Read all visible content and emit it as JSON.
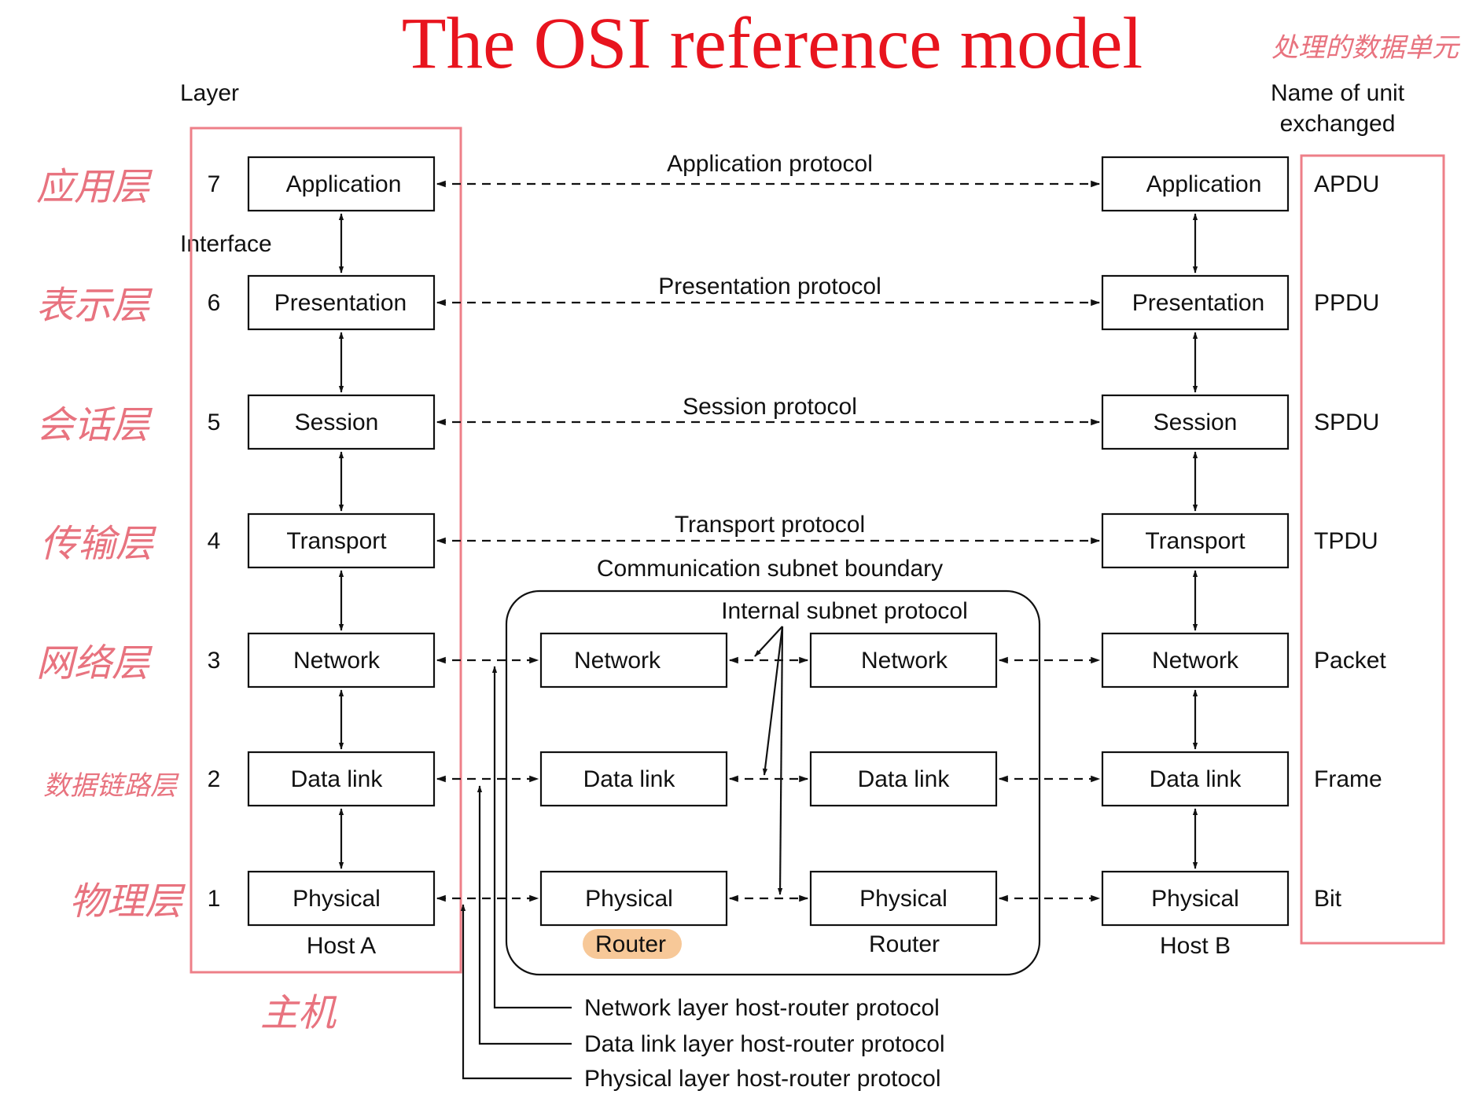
{
  "title": "The OSI reference model",
  "headers": {
    "layer": "Layer",
    "interface": "Interface",
    "unit_line1": "Name of unit",
    "unit_line2": "exchanged"
  },
  "layers": [
    {
      "num": "7",
      "name": "Application",
      "unit": "APDU",
      "protocol": "Application protocol",
      "note": "应用层"
    },
    {
      "num": "6",
      "name": "Presentation",
      "unit": "PPDU",
      "protocol": "Presentation protocol",
      "note": "表示层"
    },
    {
      "num": "5",
      "name": "Session",
      "unit": "SPDU",
      "protocol": "Session protocol",
      "note": "会话层"
    },
    {
      "num": "4",
      "name": "Transport",
      "unit": "TPDU",
      "protocol": "Transport protocol",
      "note": "传输层"
    },
    {
      "num": "3",
      "name": "Network",
      "unit": "Packet",
      "protocol": "",
      "note": "网络层"
    },
    {
      "num": "2",
      "name": "Data link",
      "unit": "Frame",
      "protocol": "",
      "note": "数据链路层"
    },
    {
      "num": "1",
      "name": "Physical",
      "unit": "Bit",
      "protocol": "",
      "note": "物理层"
    }
  ],
  "subnet": {
    "boundary_label": "Communication subnet boundary",
    "internal_protocol": "Internal subnet protocol",
    "router_a_layers": [
      "Network",
      "Data link",
      "Physical"
    ],
    "router_b_layers": [
      "Network",
      "Data link",
      "Physical"
    ],
    "router_a_label": "Router",
    "router_b_label": "Router"
  },
  "hosts": {
    "host_a": "Host A",
    "host_b": "Host B",
    "host_note": "主机"
  },
  "host_router_protocols": [
    "Network layer host-router protocol",
    "Data link layer host-router protocol",
    "Physical layer host-router protocol"
  ],
  "annotations": {
    "unit_note": "处理的数据单元",
    "router_highlight_color": "#f7c898",
    "annotation_color": "#e8737f",
    "title_color": "#e8141e"
  }
}
